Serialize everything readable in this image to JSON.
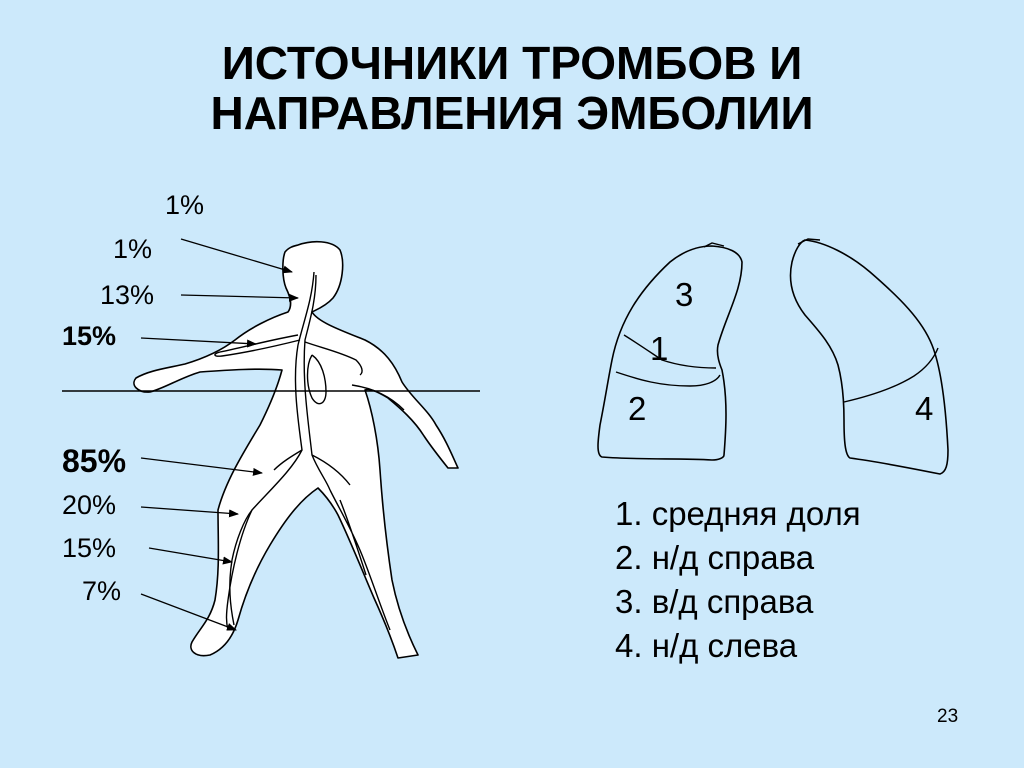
{
  "title": {
    "line1": "ИСТОЧНИКИ ТРОМБОВ И",
    "line2": "НАПРАВЛЕНИЯ ЭМБОЛИИ"
  },
  "percentages": {
    "upper": [
      {
        "label": "1%"
      },
      {
        "label": "1%"
      },
      {
        "label": "13%"
      },
      {
        "label": "15%"
      }
    ],
    "lower": [
      {
        "label": "85%"
      },
      {
        "label": "20%"
      },
      {
        "label": "15%"
      },
      {
        "label": "7%"
      }
    ]
  },
  "lung_labels": {
    "upper_right": "3",
    "middle": "1",
    "lower_right": "2",
    "lower_left": "4"
  },
  "legend": [
    "1. средняя доля",
    "2. н/д справа",
    "3. в/д справа",
    "4. н/д слева"
  ],
  "page_number": "23",
  "colors": {
    "background": "#cce9fb",
    "figure_fill": "#ffffff",
    "stroke": "#000000"
  }
}
